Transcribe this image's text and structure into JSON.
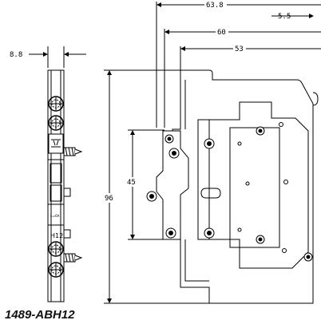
{
  "caption": "1489-ABH12",
  "dimensions": {
    "side_width": "8.8",
    "overall_width": "63.8",
    "offset": "5.5",
    "hole_span": "60",
    "body_depth": "53",
    "mount_height": "45",
    "overall_height": "96"
  },
  "labels": {
    "unit_marking": "H12",
    "rating_marking": "Iₙ=6A"
  }
}
